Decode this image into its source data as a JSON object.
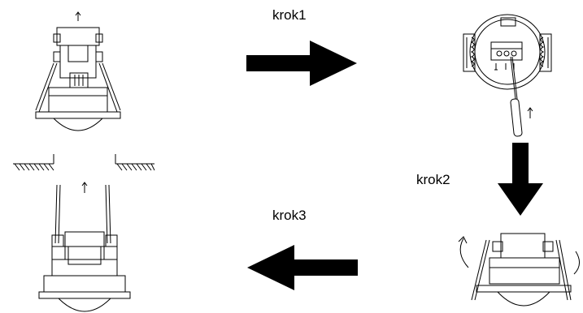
{
  "steps": {
    "step1_label": "krok1",
    "step2_label": "krok2",
    "step3_label": "krok3"
  },
  "colors": {
    "ink": "#000000",
    "arrow": "#000000",
    "background": "#ffffff"
  }
}
